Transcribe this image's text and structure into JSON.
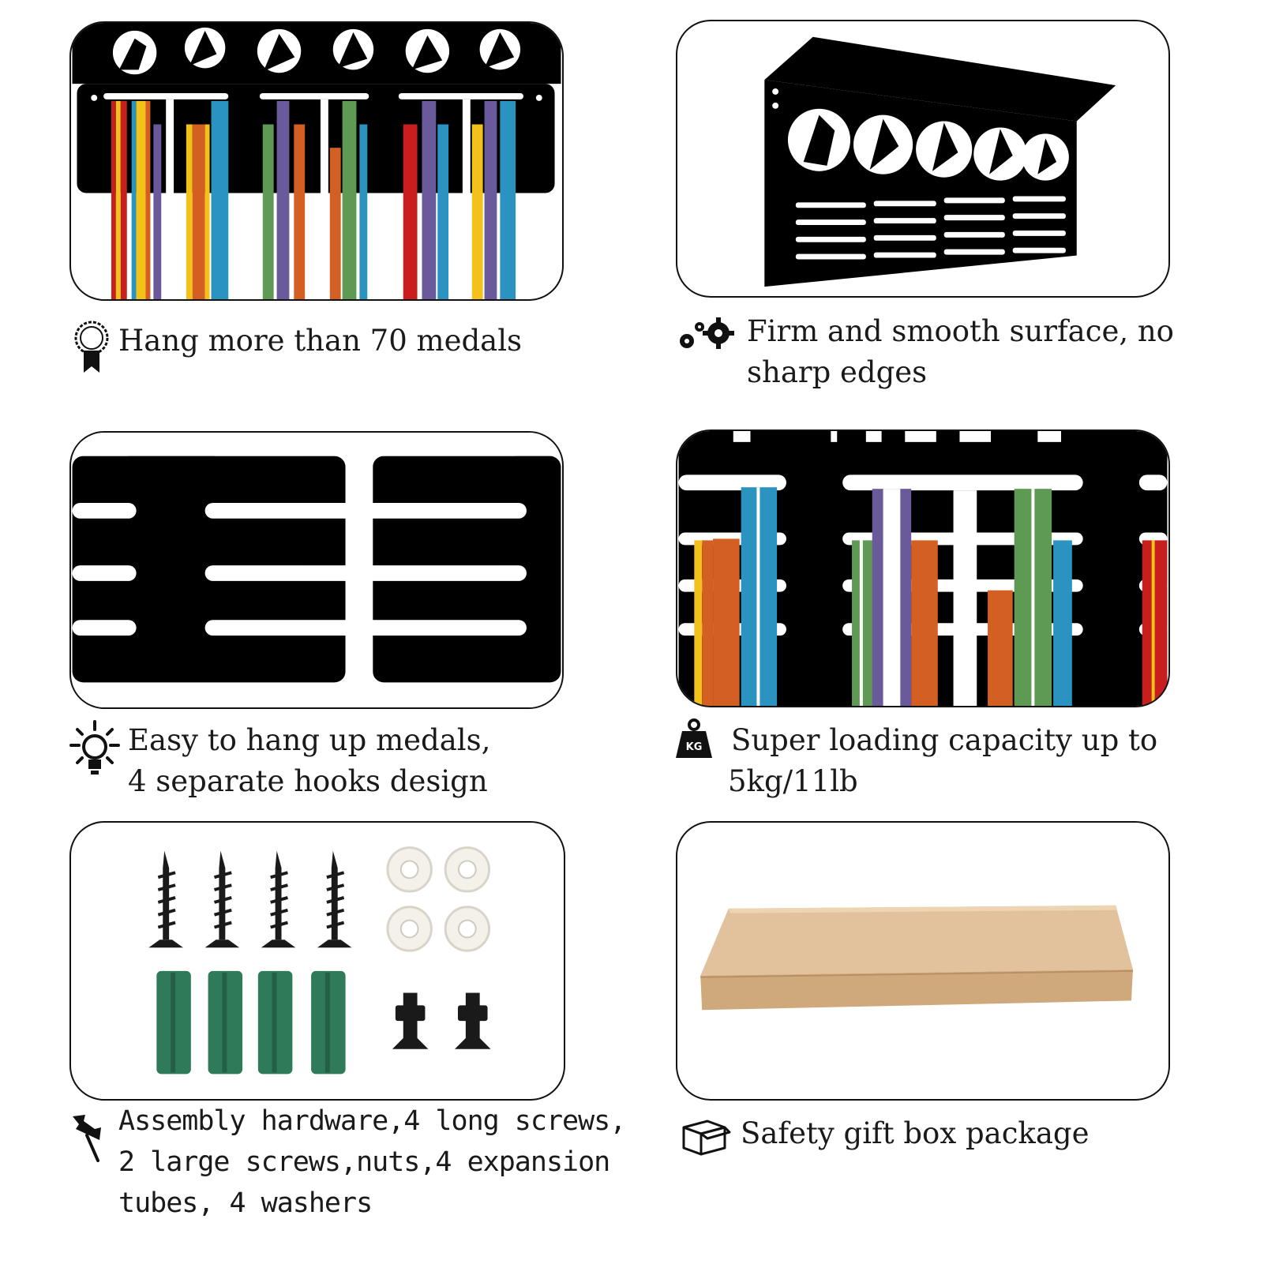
{
  "features": [
    {
      "icon": "medal-icon",
      "lines": [
        "Hang more than 70  medals"
      ]
    },
    {
      "icon": "gears-icon",
      "lines": [
        "Firm and smooth surface, no",
        "sharp edges"
      ]
    },
    {
      "icon": "lightbulb-icon",
      "lines": [
        "Easy to hang up medals,",
        "4  separate hooks design"
      ]
    },
    {
      "icon": "weight-kg-icon",
      "weight_label": "KG",
      "lines": [
        "Super loading capacity  up to",
        "5kg/11lb"
      ]
    },
    {
      "icon": "pushpin-icon",
      "lines": [
        "Assembly hardware,4 long screws,",
        "2 large screws,nuts,4 expansion",
        "tubes,  4 washers"
      ]
    },
    {
      "icon": "box-icon",
      "lines": [
        "Safety gift box package"
      ]
    }
  ],
  "colors": {
    "rack": "#000000",
    "ribbon_red": "#c81e1e",
    "ribbon_yellow": "#f2c21b",
    "ribbon_orange": "#d35f22",
    "ribbon_blue": "#2a93c0",
    "ribbon_purple": "#6a5a9c",
    "ribbon_green": "#5f9a55",
    "anchor_green": "#2f7a58",
    "box_kraft": "#d9b68c"
  }
}
